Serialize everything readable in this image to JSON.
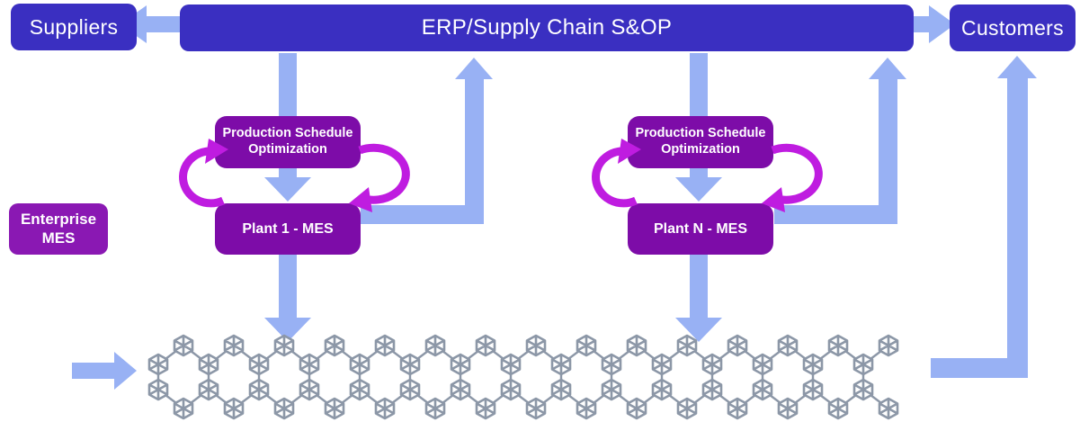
{
  "colors": {
    "indigo": "#3a2fc1",
    "purple": "#7d0ca8",
    "purple-light": "#8a18b3",
    "arrow-blue": "#98b1f4",
    "magenta": "#bf1ce0",
    "chain-gray": "#8c97a7"
  },
  "nodes": {
    "suppliers": {
      "label": "Suppliers"
    },
    "erp": {
      "label": "ERP/Supply Chain S&OP"
    },
    "customers": {
      "label": "Customers"
    },
    "enterprise_mes": {
      "label": "Enterprise MES"
    },
    "pso_left": {
      "label": "Production Schedule Optimization"
    },
    "plant_left": {
      "label": "Plant 1 - MES"
    },
    "pso_right": {
      "label": "Production Schedule Optimization"
    },
    "plant_right": {
      "label": "Plant N - MES"
    }
  },
  "blockchain_band": {
    "icon": "blockchain-cube-mesh",
    "columns": 30
  }
}
